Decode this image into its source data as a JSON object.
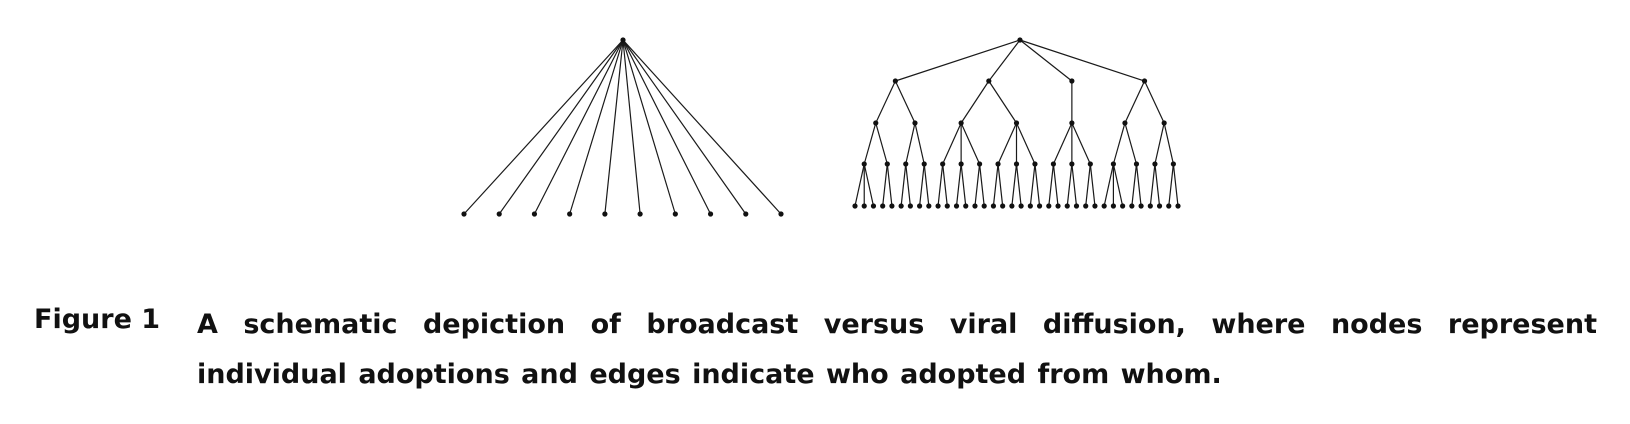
{
  "figure": {
    "label": "Figure 1",
    "caption": "A schematic depiction of broadcast versus viral diffusion, where nodes represent individual adoptions and edges indicate who adopted from whom."
  },
  "broadcast_tree": {
    "leaf_count": 10
  },
  "viral_tree": {
    "children": [
      {
        "children": [
          {
            "children": [
              {
                "children": [
                  {},
                  {},
                  {}
                ]
              },
              {
                "children": [
                  {},
                  {}
                ]
              }
            ]
          },
          {
            "children": [
              {
                "children": [
                  {},
                  {}
                ]
              },
              {
                "children": [
                  {},
                  {}
                ]
              }
            ]
          }
        ]
      },
      {
        "children": [
          {
            "children": [
              {
                "children": [
                  {},
                  {}
                ]
              },
              {
                "children": [
                  {},
                  {}
                ]
              },
              {
                "children": [
                  {},
                  {}
                ]
              }
            ]
          },
          {
            "children": [
              {
                "children": [
                  {},
                  {}
                ]
              },
              {
                "children": [
                  {},
                  {}
                ]
              },
              {
                "children": [
                  {},
                  {}
                ]
              }
            ]
          }
        ]
      },
      {
        "children": [
          {
            "children": [
              {
                "children": [
                  {},
                  {}
                ]
              },
              {
                "children": [
                  {},
                  {}
                ]
              },
              {
                "children": [
                  {},
                  {}
                ]
              }
            ]
          }
        ]
      },
      {
        "children": [
          {
            "children": [
              {
                "children": [
                  {},
                  {},
                  {}
                ]
              },
              {
                "children": [
                  {},
                  {}
                ]
              }
            ]
          },
          {
            "children": [
              {
                "children": [
                  {},
                  {}
                ]
              },
              {
                "children": [
                  {},
                  {}
                ]
              }
            ]
          }
        ]
      }
    ]
  }
}
